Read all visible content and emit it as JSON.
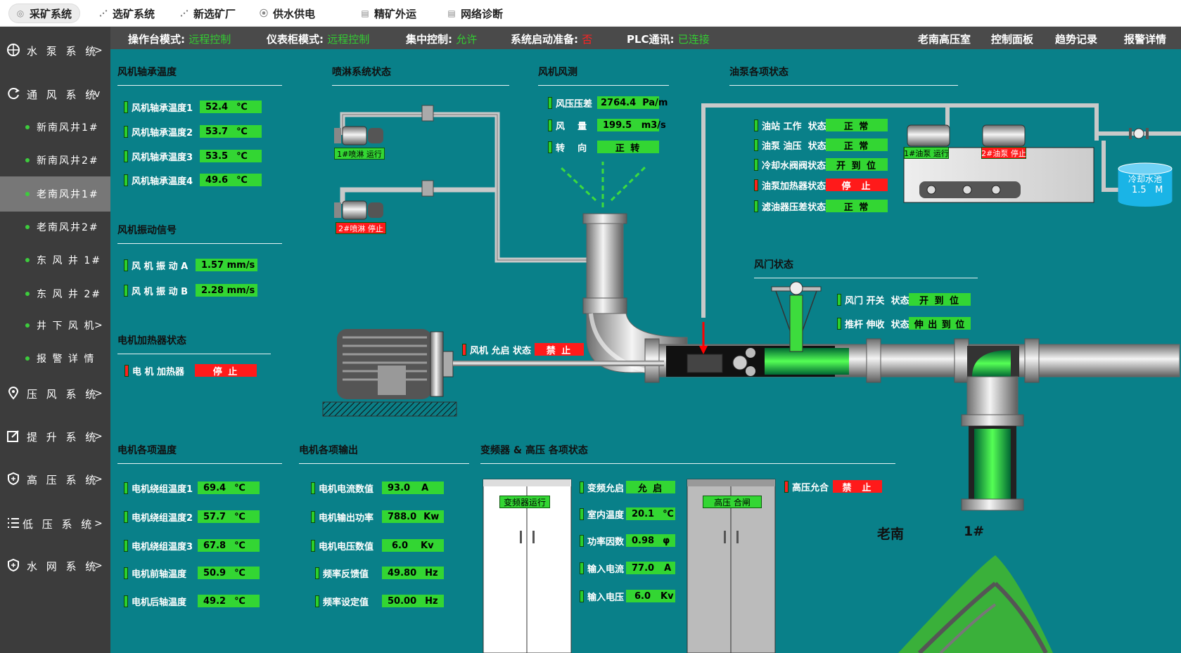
{
  "topnav": [
    {
      "label": "采矿系统",
      "active": true
    },
    {
      "label": "选矿系统"
    },
    {
      "label": "新选矿厂"
    },
    {
      "label": "供水供电"
    },
    {
      "label": "精矿外运"
    },
    {
      "label": "网络诊断"
    }
  ],
  "sidebar": {
    "items": [
      {
        "label": "水 泵 系 统",
        "icon": "globe-icon",
        "chevron": ">"
      },
      {
        "label": "通 风 系 统",
        "icon": "refresh-icon",
        "chevron": "v"
      },
      {
        "label": "压 风 系 统",
        "icon": "location-icon",
        "chevron": ">"
      },
      {
        "label": "提 升 系 统",
        "icon": "edit-icon",
        "chevron": ">"
      },
      {
        "label": "高 压 系 统",
        "icon": "shield-icon",
        "chevron": ">"
      },
      {
        "label": "低 压 系 统",
        "icon": "list-icon",
        "chevron": ">"
      },
      {
        "label": "水 网 系 统",
        "icon": "shield-icon",
        "chevron": ">"
      }
    ],
    "subitems": [
      {
        "label": "新南风井1#"
      },
      {
        "label": "新南风井2#"
      },
      {
        "label": "老南风井1#",
        "active": true
      },
      {
        "label": "老南风井2#"
      },
      {
        "label": "东 风 井 1#"
      },
      {
        "label": "东 风 井 2#"
      },
      {
        "label": "井 下 风 机",
        "chevron": ">"
      },
      {
        "label": "报 警 详 情"
      }
    ]
  },
  "statusbar": {
    "items": [
      {
        "label": "操作台模式:",
        "value": "远程控制"
      },
      {
        "label": "仪表柜模式:",
        "value": "远程控制"
      },
      {
        "label": "集中控制:",
        "value": "允许"
      },
      {
        "label": "系统启动准备:",
        "value": "否"
      },
      {
        "label": "PLC通讯:",
        "value": "已连接"
      }
    ],
    "links": [
      "老南高压室",
      "控制面板",
      "趋势记录",
      "报警详情"
    ]
  },
  "bearing_temp": {
    "title": "风机轴承温度",
    "rows": [
      {
        "label": "风机轴承温度1",
        "value": "52.4",
        "unit": "℃"
      },
      {
        "label": "风机轴承温度2",
        "value": "53.7",
        "unit": "℃"
      },
      {
        "label": "风机轴承温度3",
        "value": "53.5",
        "unit": "℃"
      },
      {
        "label": "风机轴承温度4",
        "value": "49.6",
        "unit": "℃"
      }
    ]
  },
  "vibration": {
    "title": "风机振动信号",
    "rows": [
      {
        "label": "风 机 振 动 A",
        "value": "1.57 mm/s"
      },
      {
        "label": "风 机 振 动 B",
        "value": "2.28 mm/s"
      }
    ]
  },
  "heater": {
    "title": "电机加热器状态",
    "label": "电 机 加热器",
    "value": "停 止"
  },
  "spray": {
    "title": "喷淋系统状态",
    "pump1": "1#喷淋 运行",
    "pump2": "2#喷淋 停止"
  },
  "wind": {
    "title": "风机风测",
    "rows": [
      {
        "label": "风压压差",
        "value": "2764.4  Pa/m"
      },
      {
        "label": "风    量",
        "value": "199.5   m3/s"
      },
      {
        "label": "转    向",
        "value": "正 转"
      }
    ]
  },
  "oil": {
    "title": "油泵各项状态",
    "rows": [
      {
        "label": "油站 工作  状态",
        "value": "正 常"
      },
      {
        "label": "油泵 油压  状态",
        "value": "正 常"
      },
      {
        "label": "冷却水阀阀状态",
        "value": "开 到 位"
      },
      {
        "label": "油泵加热器状态",
        "value": "停  止",
        "alarm": true
      },
      {
        "label": "滤油器压差状态",
        "value": "正 常"
      }
    ],
    "pump1": "1#油泵 运行",
    "pump2": "2#油泵 停止",
    "tank_name": "冷却水池",
    "tank_level": "1.5   M"
  },
  "damper": {
    "title": "风门状态",
    "rows": [
      {
        "label": "风门 开关  状态",
        "value": "开 到 位"
      },
      {
        "label": "推杆 伸收  状态",
        "value": "伸 出 到 位"
      }
    ]
  },
  "fan_allow": {
    "label": "风机 允启 状态",
    "value": "禁 止"
  },
  "motor_temp": {
    "title": "电机各项温度",
    "rows": [
      {
        "label": "电机绕组温度1",
        "value": "69.4",
        "unit": "℃"
      },
      {
        "label": "电机绕组温度2",
        "value": "57.7",
        "unit": "℃"
      },
      {
        "label": "电机绕组温度3",
        "value": "67.8",
        "unit": "℃"
      },
      {
        "label": "电机前轴温度",
        "value": "50.9",
        "unit": "℃"
      },
      {
        "label": "电机后轴温度",
        "value": "49.2",
        "unit": "℃"
      }
    ]
  },
  "motor_output": {
    "title": "电机各项输出",
    "rows": [
      {
        "label": "电机电流数值",
        "value": "93.0",
        "unit": "A"
      },
      {
        "label": "电机输出功率",
        "value": "788.0",
        "unit": "Kw"
      },
      {
        "label": "电机电压数值",
        "value": "6.0",
        "unit": "Kv"
      },
      {
        "label": "频率反馈值",
        "value": "49.80",
        "unit": "Hz"
      },
      {
        "label": "频率设定值",
        "value": "50.00",
        "unit": "Hz"
      }
    ]
  },
  "vfd": {
    "title": "变频器 & 高压 各项状态",
    "cabinet1": "变频器运行",
    "cabinet2": "高压 合闸",
    "rows": [
      {
        "label": "变频允启",
        "value": "允 启"
      },
      {
        "label": "室内温度",
        "value": "20.1",
        "unit": "℃"
      },
      {
        "label": "功率因数",
        "value": "0.98",
        "unit": "φ"
      },
      {
        "label": "输入电流",
        "value": "77.0",
        "unit": "A"
      },
      {
        "label": "输入电压",
        "value": "6.0",
        "unit": "Kv"
      }
    ],
    "hv_label": "高压允合",
    "hv_value": "禁  止"
  },
  "shaft": {
    "name": "老南",
    "number": "1#"
  },
  "colors": {
    "bg": "#098089",
    "ok": "#33d633",
    "alarm": "#ff1a1a",
    "sidebar": "#3c3c3c"
  }
}
